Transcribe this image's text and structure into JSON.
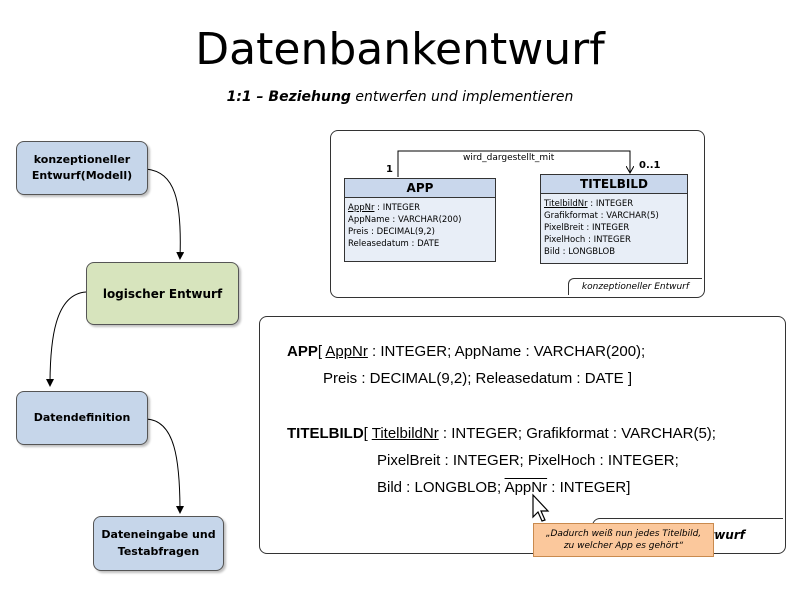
{
  "title": "Datenbankentwurf",
  "subtitle": {
    "bold": "1:1 – Beziehung",
    "rest": " entwerfen und implementieren"
  },
  "steps": [
    {
      "line1": "konzeptioneller",
      "line2": "Entwurf(Modell)"
    },
    {
      "line1": "logischer Entwurf",
      "line2": ""
    },
    {
      "line1": "Datendefinition",
      "line2": ""
    },
    {
      "line1": "Dateneingabe und",
      "line2": "Testabfragen"
    }
  ],
  "concept": {
    "relationship": "wird_dargestellt_mit",
    "card_left": "1",
    "card_right": "0..1",
    "tag": "konzeptioneller Entwurf",
    "app": {
      "name": "APP",
      "attrs": [
        {
          "key": "AppNr",
          "rest": " : INTEGER"
        },
        {
          "key": "",
          "rest": "AppName : VARCHAR(200)"
        },
        {
          "key": "",
          "rest": "Preis : DECIMAL(9,2)"
        },
        {
          "key": "",
          "rest": "Releasedatum : DATE"
        }
      ]
    },
    "titelbild": {
      "name": "TITELBILD",
      "attrs": [
        {
          "key": "TitelbildNr",
          "rest": " : INTEGER"
        },
        {
          "key": "",
          "rest": "Grafikformat : VARCHAR(5)"
        },
        {
          "key": "",
          "rest": "PixelBreit : INTEGER"
        },
        {
          "key": "",
          "rest": "PixelHoch : INTEGER"
        },
        {
          "key": "",
          "rest": "Bild : LONGBLOB"
        }
      ]
    }
  },
  "logical": {
    "app": {
      "name": "APP",
      "open": "[ ",
      "key": "AppNr",
      "line1_rest": " : INTEGER; AppName : VARCHAR(200);",
      "line2": "Preis : DECIMAL(9,2); Releasedatum : DATE ]"
    },
    "titelbild": {
      "name": "TITELBILD",
      "open": "[ ",
      "key": "TitelbildNr",
      "line1_rest": " : INTEGER; Grafikformat : VARCHAR(5);",
      "line2": "PixelBreit : INTEGER; PixelHoch : INTEGER;",
      "line3_pre": "Bild : LONGBLOB; ",
      "fk": "AppNr",
      "line3_post": " : INTEGER]"
    },
    "tag": "twurf",
    "callout_line1": "„Dadurch weiß nun jedes Titelbild,",
    "callout_line2": "zu welcher App es gehört“"
  }
}
